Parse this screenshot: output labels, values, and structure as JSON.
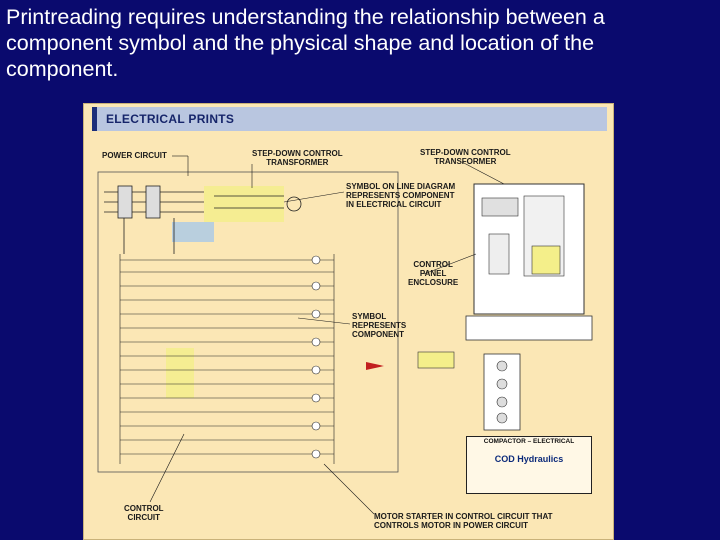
{
  "slide": {
    "line1": "Printreading requires understanding the relationship between a",
    "line2": "component symbol and the physical shape and location of the",
    "line3": "component."
  },
  "figure": {
    "banner_title": "ELECTRICAL PRINTS",
    "callouts": {
      "power_circuit": "POWER CIRCUIT",
      "stepdown_left_1": "STEP-DOWN CONTROL",
      "stepdown_left_2": "TRANSFORMER",
      "stepdown_right_1": "STEP-DOWN CONTROL",
      "stepdown_right_2": "TRANSFORMER",
      "symbol_line_1": "SYMBOL ON LINE DIAGRAM",
      "symbol_line_2": "REPRESENTS COMPONENT",
      "symbol_line_3": "IN ELECTRICAL CIRCUIT",
      "control_panel_1": "CONTROL",
      "control_panel_2": "PANEL",
      "control_panel_3": "ENCLOSURE",
      "symbol_rep_1": "SYMBOL",
      "symbol_rep_2": "REPRESENTS",
      "symbol_rep_3": "COMPONENT",
      "control_circuit_1": "CONTROL",
      "control_circuit_2": "CIRCUIT",
      "motor_starter_1": "MOTOR STARTER IN CONTROL CIRCUIT THAT",
      "motor_starter_2": "CONTROLS MOTOR IN POWER CIRCUIT"
    },
    "titleblock": {
      "name": "COMPACTOR – ELECTRICAL",
      "company": "COD Hydraulics"
    }
  }
}
